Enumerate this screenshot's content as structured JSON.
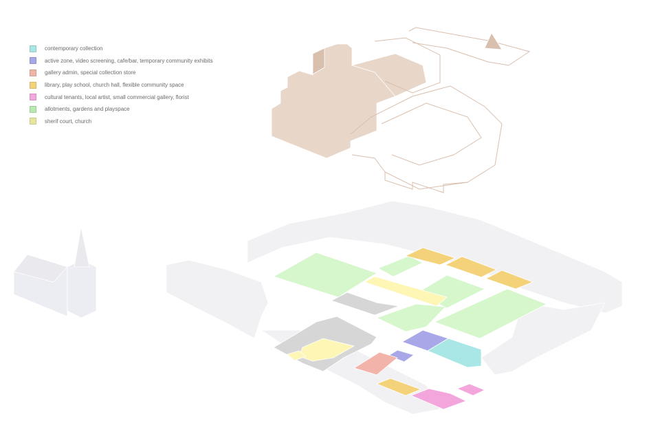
{
  "legend": [
    {
      "label": "contemporary collection",
      "color": "#a9e6e6"
    },
    {
      "label": "active zone, video screening, cafe/bar, temporary community exhibits",
      "color": "#a8a8e8"
    },
    {
      "label": "gallery admin, special collection store",
      "color": "#f2b4aa"
    },
    {
      "label": "library, play school, church hall, flexible community space",
      "color": "#f3d27a"
    },
    {
      "label": "cultural tenants, local artist, small commercial gallery, florist",
      "color": "#f2a6dc"
    },
    {
      "label": "allotments, gardens and playspace",
      "color": "#b8eab0"
    },
    {
      "label": "sherif court, church",
      "color": "#e3e69c"
    }
  ],
  "colors": {
    "massing": "#e8d6c8",
    "massing_line": "#d9bfae",
    "ghost": "#f1f1f3",
    "ghost_side": "#e9e9ee",
    "church": "#ececf3",
    "grey": "#d6d6d6",
    "garden": "#d6f6cc",
    "yellow": "#fdf6b4"
  }
}
